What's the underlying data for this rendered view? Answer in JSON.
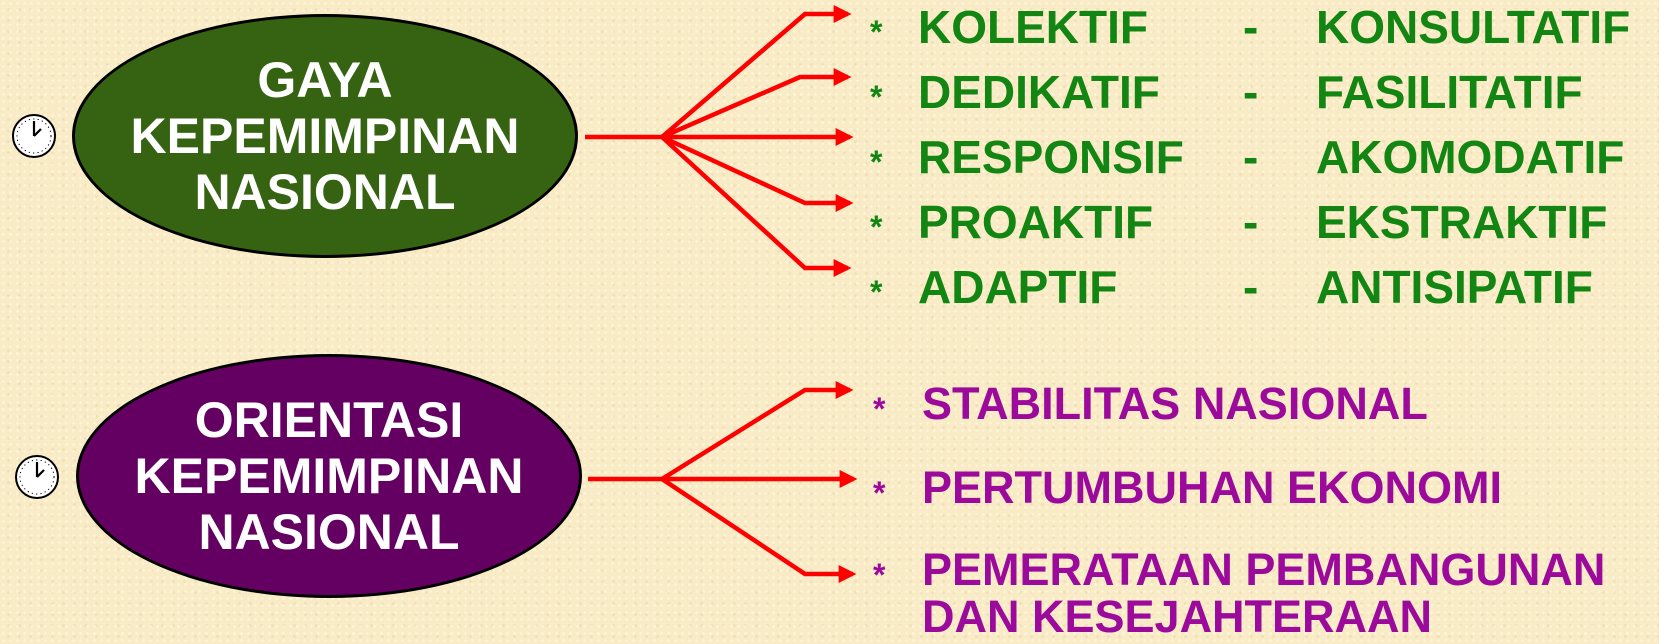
{
  "colors": {
    "green_text": "#128512",
    "purple_text": "#9c0a9c",
    "arrow": "#ff0000",
    "oval_green": "#356312",
    "oval_purple": "#630062"
  },
  "icons": [
    "clock-icon",
    "clock-icon"
  ],
  "gaya": {
    "title_lines": [
      "GAYA",
      "KEPEMIMPINAN",
      "NASIONAL"
    ],
    "bullet": "*",
    "separator": "-",
    "items": [
      {
        "left": "KOLEKTIF",
        "right": "KONSULTATIF"
      },
      {
        "left": "DEDIKATIF",
        "right": "FASILITATIF"
      },
      {
        "left": "RESPONSIF",
        "right": "AKOMODATIF"
      },
      {
        "left": "PROAKTIF",
        "right": "EKSTRAKTIF"
      },
      {
        "left": "ADAPTIF",
        "right": "ANTISIPATIF"
      }
    ]
  },
  "orientasi": {
    "title_lines": [
      "ORIENTASI",
      "KEPEMIMPINAN",
      "NASIONAL"
    ],
    "bullet": "*",
    "items": [
      "STABILITAS NASIONAL",
      "PERTUMBUHAN EKONOMI",
      "PEMERATAAN PEMBANGUNAN",
      "DAN KESEJAHTERAAN"
    ]
  }
}
